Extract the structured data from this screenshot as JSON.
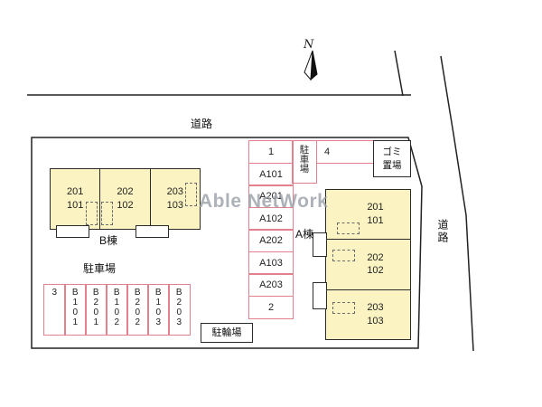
{
  "watermark": "Able NetWork",
  "compass": {
    "label": "N"
  },
  "roads": {
    "top_label": "道路",
    "right_label": "道路"
  },
  "labels": {
    "parking_lot": "駐車場",
    "parking_side": "駐車場",
    "bicycle": "駐輪場",
    "garbage": "ゴミ\n置場"
  },
  "building_b": {
    "name": "B棟",
    "units": [
      "201\n101",
      "202\n102",
      "203\n103"
    ]
  },
  "building_a": {
    "name": "A棟",
    "units": [
      "201\n101",
      "202\n102",
      "203\n103"
    ]
  },
  "parking_center": {
    "cells": [
      "1",
      "A101",
      "A201",
      "A102",
      "A202",
      "A103",
      "A203",
      "2"
    ],
    "cell_4": "4"
  },
  "parking_left": {
    "cells": [
      "3",
      "B101",
      "B201",
      "B102",
      "B202",
      "B103",
      "B203"
    ]
  }
}
